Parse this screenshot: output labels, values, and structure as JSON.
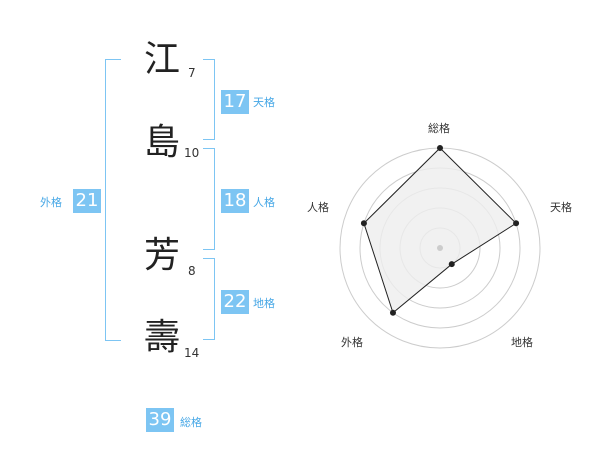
{
  "name": {
    "chars": [
      "江",
      "島",
      "芳",
      "壽"
    ],
    "strokes": [
      "7",
      "10",
      "8",
      "14"
    ]
  },
  "fortune": {
    "ten": {
      "value": "17",
      "label": "天格"
    },
    "jin": {
      "value": "18",
      "label": "人格"
    },
    "chi": {
      "value": "22",
      "label": "地格"
    },
    "gai": {
      "value": "21",
      "label": "外格"
    },
    "sou": {
      "value": "39",
      "label": "総格"
    }
  },
  "chart_data": {
    "type": "radar",
    "axes": [
      "総格",
      "天格",
      "地格",
      "外格",
      "人格"
    ],
    "max": 5,
    "rings": 5,
    "values": [
      5,
      4,
      1,
      4,
      4
    ],
    "colors": {
      "fill": "#eeeeee",
      "line": "#222222",
      "grid": "#cccccc",
      "center": "#cccccc"
    }
  }
}
